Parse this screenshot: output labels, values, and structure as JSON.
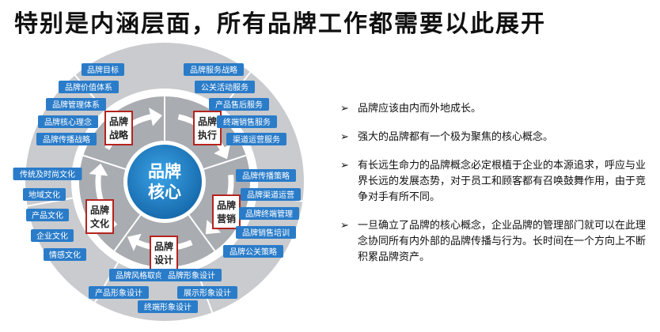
{
  "title": "特别是内涵层面，所有品牌工作都需要以此展开",
  "diagram": {
    "core": [
      "品牌",
      "核心"
    ],
    "quadrants": [
      {
        "id": "strategy",
        "lines": [
          "品牌",
          "战略"
        ],
        "items": [
          "品牌目标",
          "品牌价值体系",
          "品牌管理体系",
          "品牌核心理念",
          "品牌传播战略"
        ]
      },
      {
        "id": "execution",
        "lines": [
          "品牌",
          "执行"
        ],
        "items": [
          "品牌服务战略",
          "公关活动服务",
          "产品售后服务",
          "终端销售服务",
          "渠道运营服务"
        ]
      },
      {
        "id": "marketing",
        "lines": [
          "品牌",
          "营销"
        ],
        "items": [
          "品牌传播策略",
          "品牌渠道运营",
          "品牌终端管理",
          "品牌销售培训",
          "品牌公关策略"
        ]
      },
      {
        "id": "design",
        "lines": [
          "品牌",
          "设计"
        ],
        "items": [
          "品牌风格取向",
          "品牌形象设计",
          "产品形象设计",
          "展示形象设计",
          "终端形象设计"
        ]
      },
      {
        "id": "culture",
        "lines": [
          "品牌",
          "文化"
        ],
        "items": [
          "传统及时尚文化",
          "地域文化",
          "产品文化",
          "企业文化",
          "情感文化"
        ]
      }
    ],
    "colors": {
      "outer_ring": "#c9cbce",
      "middle_ring": "#ffffff",
      "inner_ring": "#a9acb0",
      "core_fill": "#1f86c8",
      "tag_fill": "#2a7cc9",
      "label_border": "#b5231f",
      "arrow": "#ffffff"
    }
  },
  "bullets": [
    {
      "marker": "➢",
      "text": "品牌应该由内而外地成长。"
    },
    {
      "marker": "➢",
      "text": "强大的品牌都有一个极为聚焦的核心概念。"
    },
    {
      "marker": "➢",
      "text": "有长远生命力的品牌概念必定根植于企业的本源追求，呼应与业界长远的发展态势，对于员工和顾客都有召唤鼓舞作用，由于竞争对手有所不同。"
    },
    {
      "marker": "➢",
      "text": "一旦确立了品牌的核心概念，企业品牌的管理部门就可以在此理念协同所有内外部的品牌传播与行为。长时间在一个方向上不断积累品牌资产。"
    }
  ]
}
